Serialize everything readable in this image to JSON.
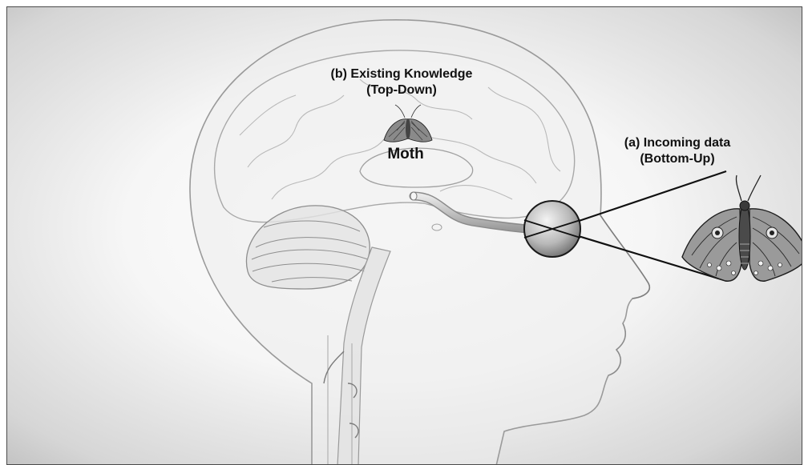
{
  "labels": {
    "knowledge": {
      "line1": "(b) Existing Knowledge",
      "line2": "(Top-Down)"
    },
    "incoming": {
      "line1": "(a) Incoming data",
      "line2": "(Bottom-Up)"
    },
    "concept": "Moth"
  },
  "colors": {
    "outline": "#9a9a9a",
    "ink": "#111111",
    "eyeball": "#c8c8c8",
    "moth_wing": "#8a8a8a"
  },
  "icons": [
    "head-illustration",
    "brain-illustration",
    "eyeball",
    "moth-icon",
    "moth-illustration"
  ]
}
